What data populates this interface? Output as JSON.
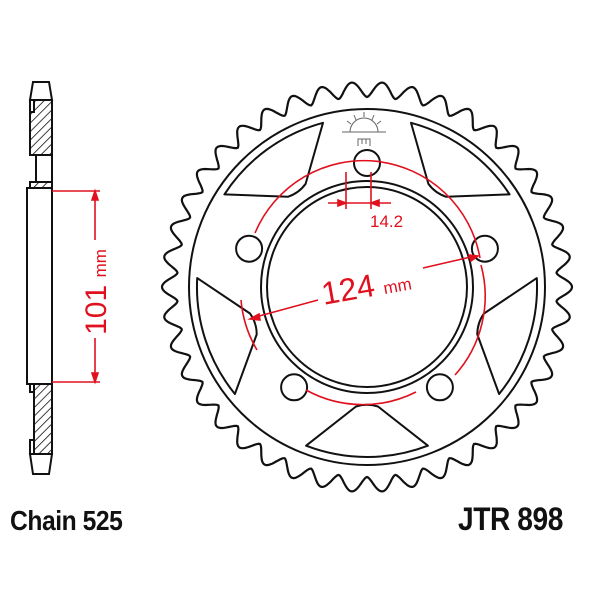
{
  "title": "JTR 898",
  "part_number": "JTR 898",
  "chain": "Chain 525",
  "dimensions": {
    "bolt_circle": {
      "value": "124",
      "unit": "mm"
    },
    "center_bore": {
      "value": "101",
      "unit": "mm"
    },
    "bolt_hole": {
      "value": "14.2"
    }
  },
  "sprocket": {
    "teeth_drawn": 42,
    "bolt_holes": 5
  },
  "colors": {
    "line": "#111111",
    "dimension": "#e0101e",
    "background": "#ffffff"
  },
  "logo": "jt-sun-logo"
}
